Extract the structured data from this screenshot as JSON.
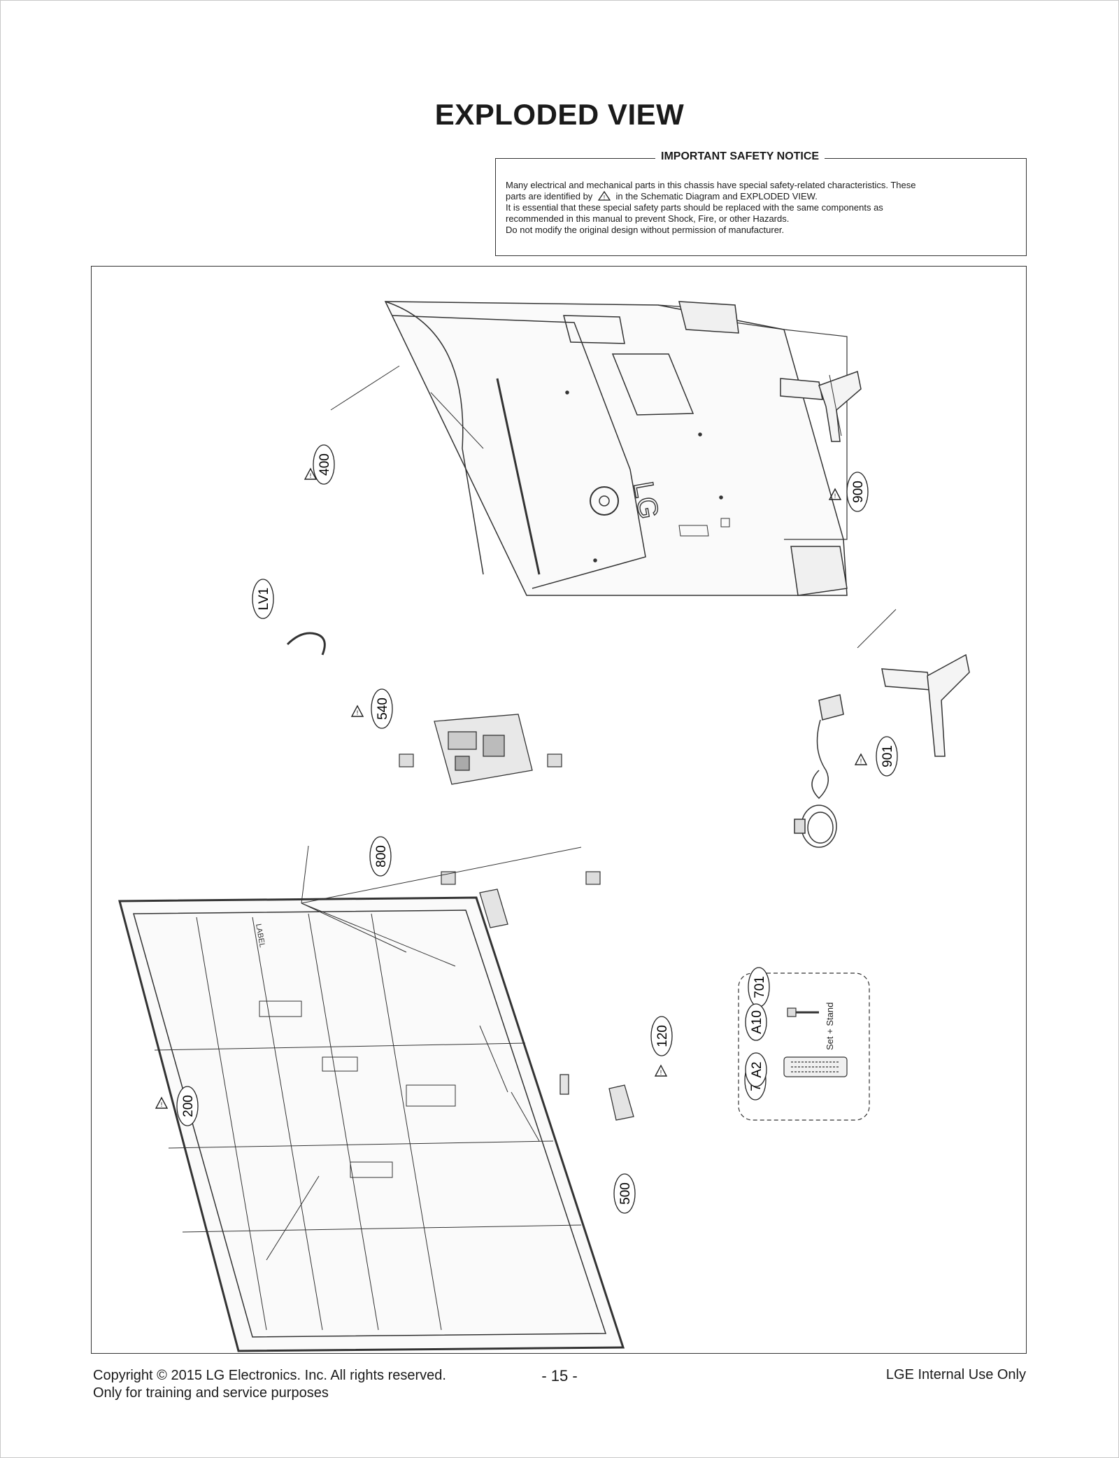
{
  "title": "EXPLODED VIEW",
  "notice": {
    "heading": "IMPORTANT SAFETY NOTICE",
    "line1": "Many electrical and mechanical parts in this chassis have special safety-related characteristics. These",
    "line2a": "parts are identified by",
    "line2b": "in the Schematic Diagram and EXPLODED VIEW.",
    "line3": "It is essential that these special safety parts should be replaced with the same components as",
    "line4": "recommended in this manual to prevent Shock, Fire, or other Hazards.",
    "line5": "Do not modify the original design without permission of manufacturer."
  },
  "callouts": {
    "c400": "400",
    "c900": "900",
    "cLV1": "LV1",
    "c540": "540",
    "c901": "901",
    "c800": "800",
    "c701": "701",
    "c120": "120",
    "c700": "700",
    "c200": "200",
    "c500": "500",
    "cA10": "A10",
    "cA2": "A2"
  },
  "logo_text": "LG",
  "label_text": "LABEL",
  "accessory_note": "Set + Stand",
  "footer": {
    "copyright": "Copyright  © 2015  LG Electronics. Inc. All rights reserved.",
    "training": "Only for training and service purposes",
    "page": "- 15 -",
    "internal": "LGE Internal Use Only"
  }
}
